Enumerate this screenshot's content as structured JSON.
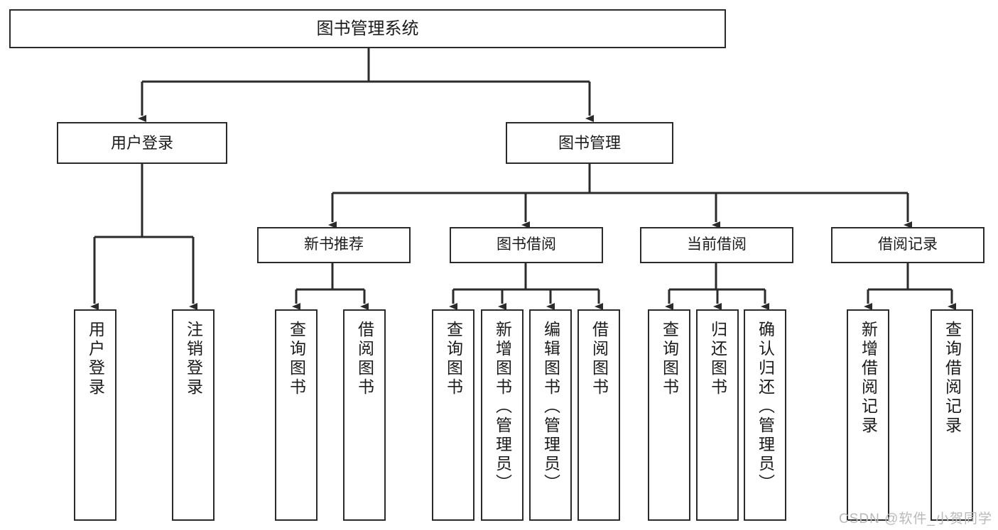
{
  "diagram": {
    "title": "图书管理系统",
    "type": "tree-hierarchy-chart",
    "colors": {
      "box_border": "#2b2b2b",
      "box_fill": "#ffffff",
      "connector": "#2b2b2b",
      "watermark": "#b9b9b9",
      "background": "#ffffff"
    }
  },
  "root": {
    "label": "图书管理系统"
  },
  "level2": [
    {
      "label": "用户登录"
    },
    {
      "label": "图书管理"
    }
  ],
  "level3": [
    {
      "label": "新书推荐"
    },
    {
      "label": "图书借阅"
    },
    {
      "label": "当前借阅"
    },
    {
      "label": "借阅记录"
    }
  ],
  "leaves": {
    "user_login": [
      {
        "label": "用户登录"
      },
      {
        "label": "注销登录"
      }
    ],
    "new_book": [
      {
        "label": "查询图书"
      },
      {
        "label": "借阅图书"
      }
    ],
    "book_borrow": [
      {
        "label": "查询图书"
      },
      {
        "label": "新增图书（管理员）"
      },
      {
        "label": "编辑图书（管理员）"
      },
      {
        "label": "借阅图书"
      }
    ],
    "current_borrow": [
      {
        "label": "查询图书"
      },
      {
        "label": "归还图书"
      },
      {
        "label": "确认归还（管理员）"
      }
    ],
    "borrow_record": [
      {
        "label": "新增借阅记录"
      },
      {
        "label": "查询借阅记录"
      }
    ]
  },
  "watermark": {
    "text": "CSDN @软件_小贺同学"
  }
}
